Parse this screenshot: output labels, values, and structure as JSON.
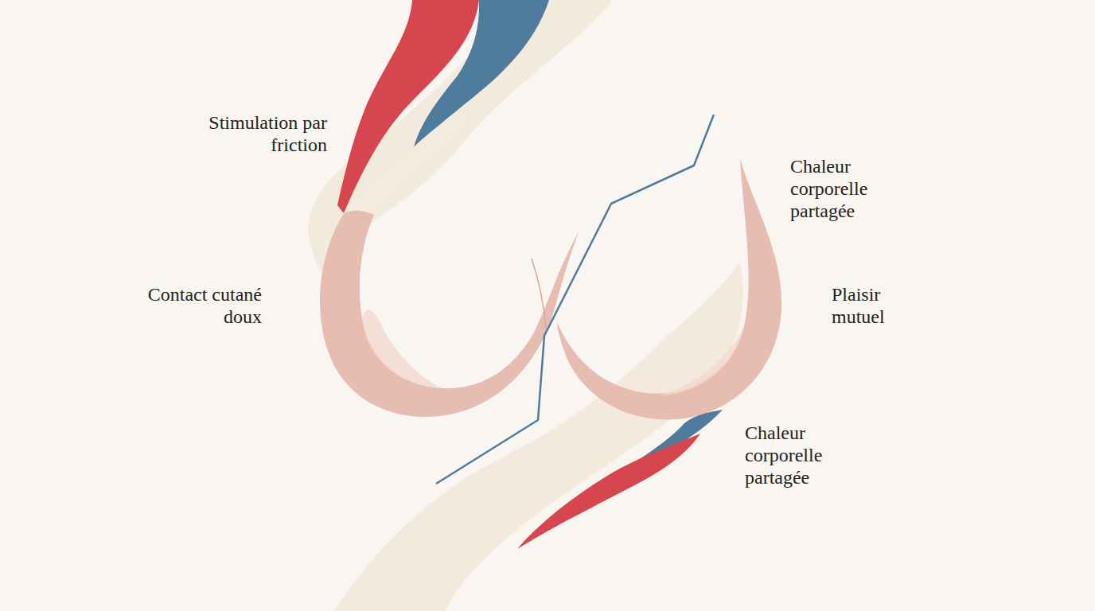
{
  "diagram": {
    "labels": [
      "Stimulation par friction",
      "Chaleur corporelle partagée",
      "Contact cutané doux",
      "Plaisir mutuel",
      "Chaleur corporelle partagée"
    ]
  }
}
